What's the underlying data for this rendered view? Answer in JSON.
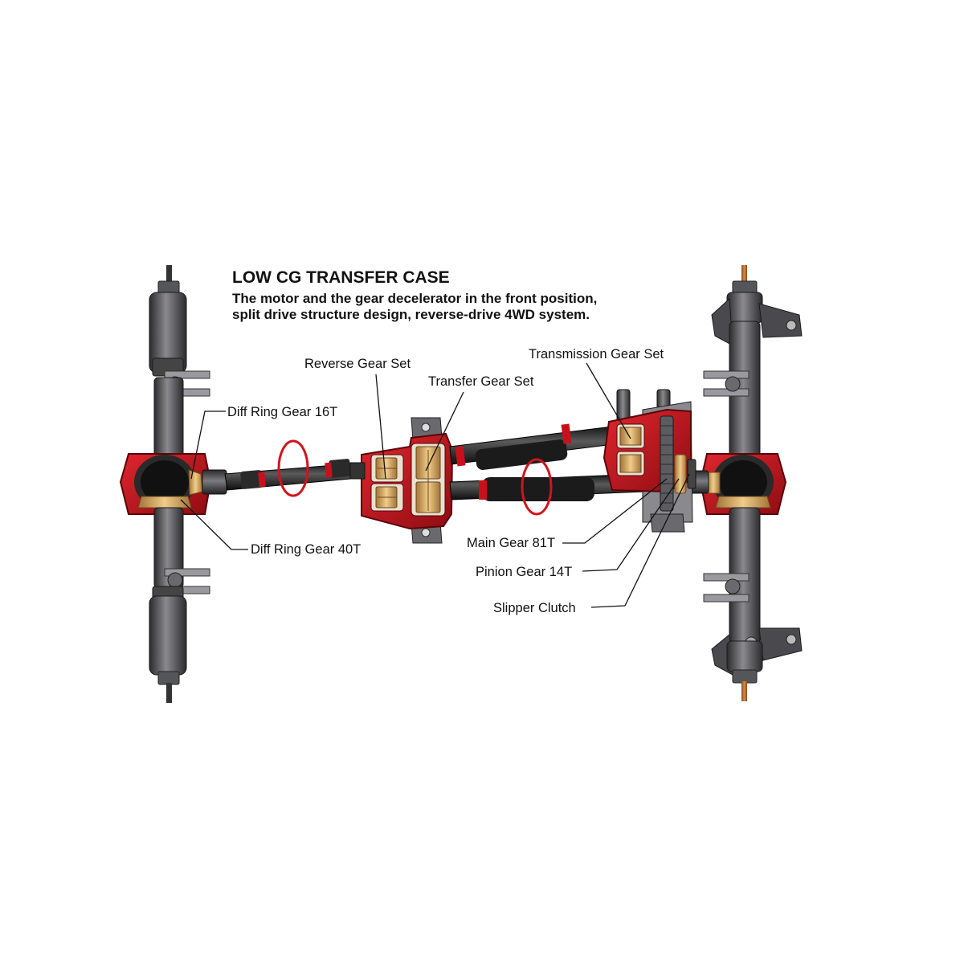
{
  "title": "LOW CG TRANSFER CASE",
  "description": {
    "line1": "The motor and the gear decelerator in the front position,",
    "line2": "split drive structure design,  reverse-drive 4WD system."
  },
  "labels": {
    "diff_ring_gear_16t": "Diff Ring Gear 16T",
    "diff_ring_gear_40t": "Diff Ring Gear 40T",
    "reverse_gear_set": "Reverse Gear Set",
    "transfer_gear_set": "Transfer Gear Set",
    "transmission_gear_set": "Transmission Gear Set",
    "main_gear_81t": "Main Gear 81T",
    "pinion_gear_14t": "Pinion Gear 14T",
    "slipper_clutch": "Slipper Clutch"
  },
  "colors": {
    "housing_red": "#c8101c",
    "metal_dark": "#3a3a3c",
    "metal_mid": "#6e6e72",
    "gear_gold": "#d6a760",
    "shaft_black": "#1e1e1e"
  }
}
